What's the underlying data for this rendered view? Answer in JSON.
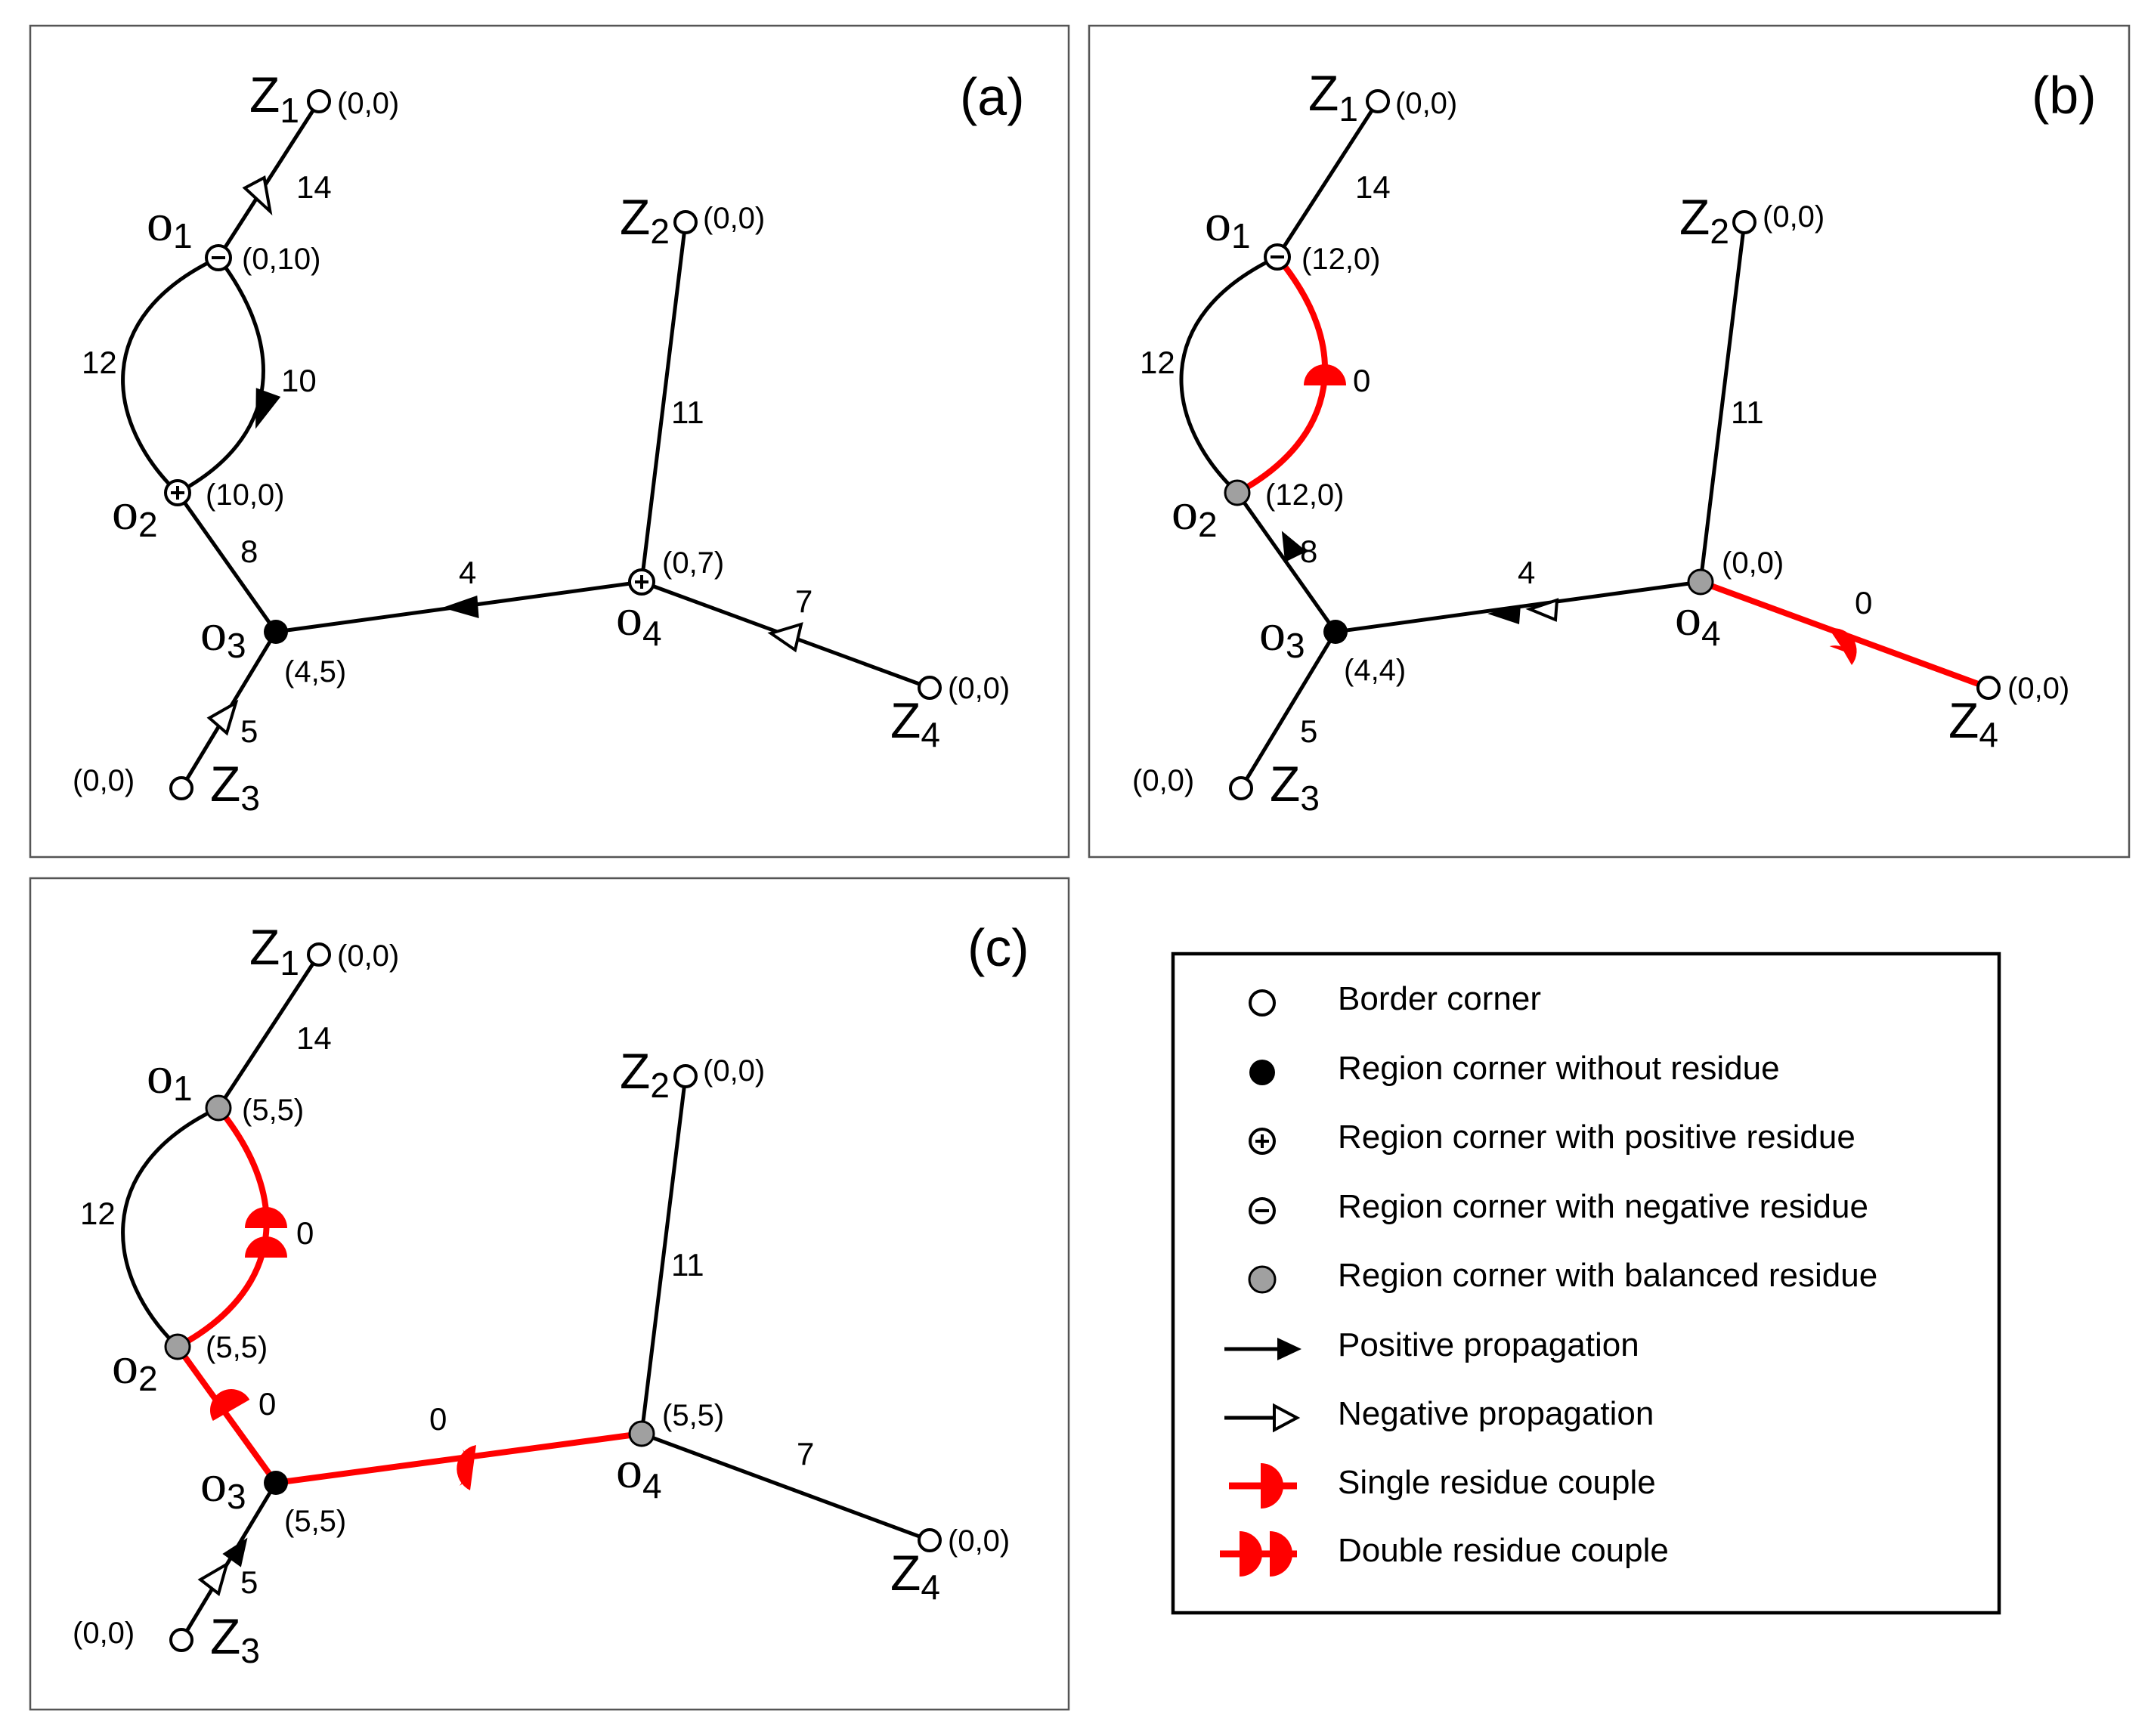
{
  "panels": [
    {
      "tag": "(a)",
      "nodes": {
        "z1": {
          "name": "Z",
          "sub": "1",
          "type": "border",
          "pair": "(0,0)"
        },
        "o1": {
          "name": "o",
          "sub": "1",
          "type": "negative",
          "pair": "(0,10)"
        },
        "z2": {
          "name": "Z",
          "sub": "2",
          "type": "border",
          "pair": "(0,0)"
        },
        "o2": {
          "name": "o",
          "sub": "2",
          "type": "positive",
          "pair": "(10,0)"
        },
        "o3": {
          "name": "o",
          "sub": "3",
          "type": "region",
          "pair": "(4,5)"
        },
        "o4": {
          "name": "o",
          "sub": "4",
          "type": "positive",
          "pair": "(0,7)"
        },
        "z3": {
          "name": "Z",
          "sub": "3",
          "type": "border",
          "pair": "(0,0)"
        },
        "z4": {
          "name": "Z",
          "sub": "4",
          "type": "border",
          "pair": "(0,0)"
        }
      },
      "weights": {
        "z1o1": "14",
        "o1o2_left": "12",
        "o1o2_right": "10",
        "o2o3": "8",
        "o3o4": "4",
        "o4z2": "11",
        "o4z4": "7",
        "o3z3": "5"
      }
    },
    {
      "tag": "(b)",
      "nodes": {
        "z1": {
          "name": "Z",
          "sub": "1",
          "type": "border",
          "pair": "(0,0)"
        },
        "o1": {
          "name": "o",
          "sub": "1",
          "type": "negative",
          "pair": "(12,0)"
        },
        "z2": {
          "name": "Z",
          "sub": "2",
          "type": "border",
          "pair": "(0,0)"
        },
        "o2": {
          "name": "o",
          "sub": "2",
          "type": "balanced",
          "pair": "(12,0)"
        },
        "o3": {
          "name": "o",
          "sub": "3",
          "type": "region",
          "pair": "(4,4)"
        },
        "o4": {
          "name": "o",
          "sub": "4",
          "type": "balanced",
          "pair": "(0,0)"
        },
        "z3": {
          "name": "Z",
          "sub": "3",
          "type": "border",
          "pair": "(0,0)"
        },
        "z4": {
          "name": "Z",
          "sub": "4",
          "type": "border",
          "pair": "(0,0)"
        }
      },
      "weights": {
        "z1o1": "14",
        "o1o2_left": "12",
        "o1o2_right": "0",
        "o2o3": "8",
        "o3o4": "4",
        "o4z2": "11",
        "o4z4": "0",
        "o3z3": "5"
      }
    },
    {
      "tag": "(c)",
      "nodes": {
        "z1": {
          "name": "Z",
          "sub": "1",
          "type": "border",
          "pair": "(0,0)"
        },
        "o1": {
          "name": "o",
          "sub": "1",
          "type": "balanced",
          "pair": "(5,5)"
        },
        "z2": {
          "name": "Z",
          "sub": "2",
          "type": "border",
          "pair": "(0,0)"
        },
        "o2": {
          "name": "o",
          "sub": "2",
          "type": "balanced",
          "pair": "(5,5)"
        },
        "o3": {
          "name": "o",
          "sub": "3",
          "type": "region",
          "pair": "(5,5)"
        },
        "o4": {
          "name": "o",
          "sub": "4",
          "type": "balanced",
          "pair": "(5,5)"
        },
        "z3": {
          "name": "Z",
          "sub": "3",
          "type": "border",
          "pair": "(0,0)"
        },
        "z4": {
          "name": "Z",
          "sub": "4",
          "type": "border",
          "pair": "(0,0)"
        }
      },
      "weights": {
        "z1o1": "14",
        "o1o2_left": "12",
        "o1o2_right": "0",
        "o2o3": "0",
        "o3o4": "0",
        "o4z2": "11",
        "o4z4": "7",
        "o3z3": "5"
      }
    }
  ],
  "legend": [
    {
      "symbol": "border",
      "label": "Border corner"
    },
    {
      "symbol": "region",
      "label": "Region corner without residue"
    },
    {
      "symbol": "positive",
      "label": "Region corner with positive residue"
    },
    {
      "symbol": "negative",
      "label": "Region corner with negative residue"
    },
    {
      "symbol": "balanced",
      "label": "Region corner with balanced residue"
    },
    {
      "symbol": "pos-arrow",
      "label": "Positive propagation"
    },
    {
      "symbol": "neg-arrow",
      "label": "Negative propagation"
    },
    {
      "symbol": "single",
      "label": "Single residue couple"
    },
    {
      "symbol": "double",
      "label": "Double residue couple"
    }
  ],
  "colors": {
    "residue_couple": "#ff0000",
    "balanced_fill": "#a0a0a0",
    "region_fill": "#000000",
    "border_fill": "#ffffff"
  }
}
